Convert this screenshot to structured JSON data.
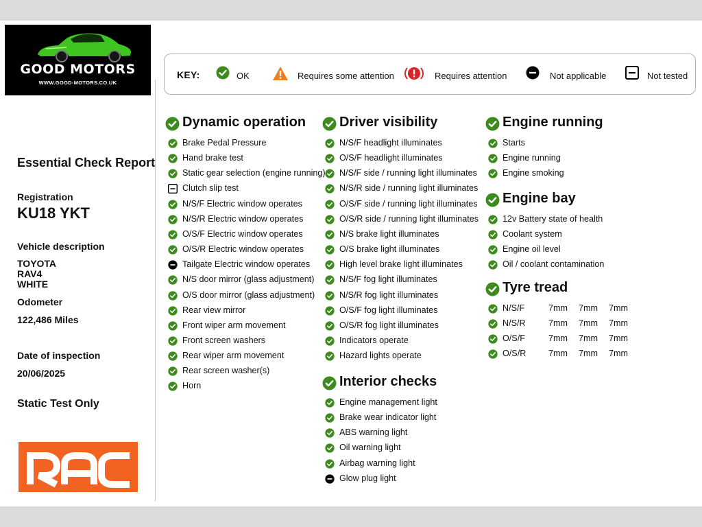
{
  "logo": {
    "brand": "GOOD MOTORS",
    "url": "WWW.GOOD-MOTORS.CO.UK"
  },
  "colors": {
    "ok": "#3d8b1e",
    "attention_some": "#ef7d1e",
    "attention": "#d9252a",
    "na": "#000000",
    "rac_orange": "#f26322"
  },
  "key": {
    "label": "KEY:",
    "items": [
      {
        "icon": "check-circle-icon",
        "text": "OK"
      },
      {
        "icon": "warning-triangle-icon",
        "text": "Requires some attention"
      },
      {
        "icon": "alert-circle-icon",
        "text": "Requires attention"
      },
      {
        "icon": "minus-circle-icon",
        "text": "Not applicable"
      },
      {
        "icon": "minus-square-icon",
        "text": "Not tested"
      }
    ]
  },
  "report": {
    "title": "Essential Check Report",
    "registration_label": "Registration",
    "registration": "KU18 YKT",
    "vehicle_description_label": "Vehicle description",
    "make": "TOYOTA",
    "model": "RAV4",
    "colour": "WHITE",
    "odometer_label": "Odometer",
    "odometer": "122,486 Miles",
    "date_label": "Date of inspection",
    "date": "20/06/2025",
    "test_type": "Static Test Only"
  },
  "rac_logo": {
    "text": "RAC"
  },
  "sections": [
    {
      "id": "dynamic",
      "title": "Dynamic operation",
      "items": [
        {
          "label": "Brake Pedal Pressure",
          "status": "ok"
        },
        {
          "label": "Hand brake test",
          "status": "ok"
        },
        {
          "label": "Static gear selection (engine running)",
          "status": "ok"
        },
        {
          "label": "Clutch slip test",
          "status": "not_tested"
        },
        {
          "label": "N/S/F Electric window operates",
          "status": "ok"
        },
        {
          "label": "N/S/R Electric window operates",
          "status": "ok"
        },
        {
          "label": "O/S/F Electric window operates",
          "status": "ok"
        },
        {
          "label": "O/S/R Electric window operates",
          "status": "ok"
        },
        {
          "label": "Tailgate Electric window operates",
          "status": "na"
        },
        {
          "label": "N/S door mirror (glass adjustment)",
          "status": "ok"
        },
        {
          "label": "O/S door mirror (glass adjustment)",
          "status": "ok"
        },
        {
          "label": "Rear view mirror",
          "status": "ok"
        },
        {
          "label": "Front wiper arm movement",
          "status": "ok"
        },
        {
          "label": "Front screen washers",
          "status": "ok"
        },
        {
          "label": "Rear wiper arm movement",
          "status": "ok"
        },
        {
          "label": "Rear screen washer(s)",
          "status": "ok"
        },
        {
          "label": "Horn",
          "status": "ok"
        }
      ]
    },
    {
      "id": "visibility",
      "title": "Driver visibility",
      "items": [
        {
          "label": "N/S/F headlight illuminates",
          "status": "ok"
        },
        {
          "label": "O/S/F headlight illuminates",
          "status": "ok"
        },
        {
          "label": "N/S/F side / running light illuminates",
          "status": "ok"
        },
        {
          "label": "N/S/R side / running light illuminates",
          "status": "ok"
        },
        {
          "label": "O/S/F side / running light illuminates",
          "status": "ok"
        },
        {
          "label": "O/S/R side / running light illuminates",
          "status": "ok"
        },
        {
          "label": "N/S brake light illuminates",
          "status": "ok"
        },
        {
          "label": "O/S brake light illuminates",
          "status": "ok"
        },
        {
          "label": "High level brake light illuminates",
          "status": "ok"
        },
        {
          "label": "N/S/F fog light illuminates",
          "status": "ok"
        },
        {
          "label": "N/S/R fog light illuminates",
          "status": "ok"
        },
        {
          "label": "O/S/F fog light illuminates",
          "status": "ok"
        },
        {
          "label": "O/S/R fog light illuminates",
          "status": "ok"
        },
        {
          "label": "Indicators operate",
          "status": "ok"
        },
        {
          "label": "Hazard lights operate",
          "status": "ok"
        }
      ]
    },
    {
      "id": "interior",
      "title": "Interior checks",
      "items": [
        {
          "label": "Engine management light",
          "status": "ok"
        },
        {
          "label": "Brake wear indicator light",
          "status": "ok"
        },
        {
          "label": "ABS warning light",
          "status": "ok"
        },
        {
          "label": "Oil warning light",
          "status": "ok"
        },
        {
          "label": "Airbag warning light",
          "status": "ok"
        },
        {
          "label": "Glow plug light",
          "status": "na"
        }
      ]
    },
    {
      "id": "running",
      "title": "Engine running",
      "items": [
        {
          "label": "Starts",
          "status": "ok"
        },
        {
          "label": "Engine running",
          "status": "ok"
        },
        {
          "label": "Engine smoking",
          "status": "ok"
        }
      ]
    },
    {
      "id": "bay",
      "title": "Engine bay",
      "items": [
        {
          "label": "12v Battery state of health",
          "status": "ok"
        },
        {
          "label": "Coolant system",
          "status": "ok"
        },
        {
          "label": "Engine oil level",
          "status": "ok"
        },
        {
          "label": "Oil / coolant contamination",
          "status": "ok"
        }
      ]
    },
    {
      "id": "tyres",
      "title": "Tyre tread",
      "items": [
        {
          "label": "N/S/F",
          "status": "ok",
          "readings": [
            "7mm",
            "7mm",
            "7mm"
          ]
        },
        {
          "label": "N/S/R",
          "status": "ok",
          "readings": [
            "7mm",
            "7mm",
            "7mm"
          ]
        },
        {
          "label": "O/S/F",
          "status": "ok",
          "readings": [
            "7mm",
            "7mm",
            "7mm"
          ]
        },
        {
          "label": "O/S/R",
          "status": "ok",
          "readings": [
            "7mm",
            "7mm",
            "7mm"
          ]
        }
      ]
    }
  ]
}
